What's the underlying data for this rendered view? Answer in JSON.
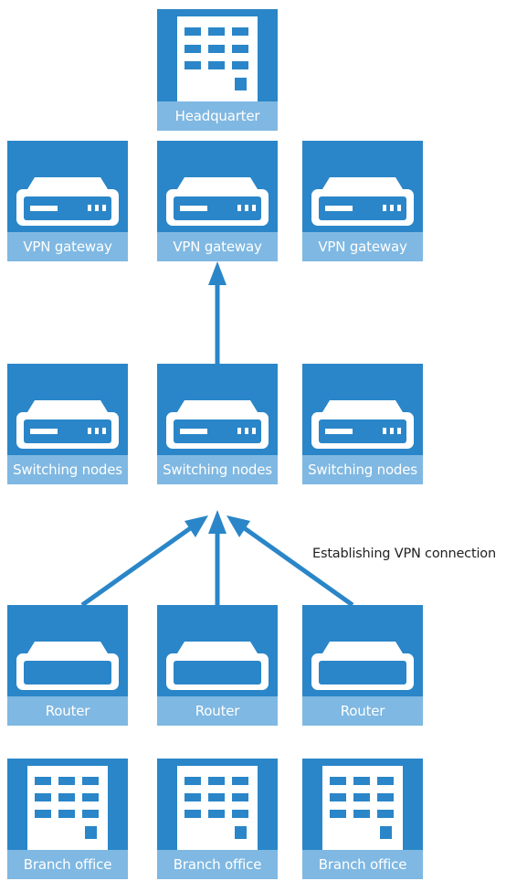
{
  "headquarter": {
    "label": "Headquarter",
    "icon": "building-icon"
  },
  "vpn_gateways": [
    {
      "label": "VPN gateway",
      "icon": "network-device-icon"
    },
    {
      "label": "VPN gateway",
      "icon": "network-device-icon"
    },
    {
      "label": "VPN gateway",
      "icon": "network-device-icon"
    }
  ],
  "switching_nodes": [
    {
      "label": "Switching nodes",
      "icon": "network-device-icon"
    },
    {
      "label": "Switching nodes",
      "icon": "network-device-icon"
    },
    {
      "label": "Switching nodes",
      "icon": "network-device-icon"
    }
  ],
  "routers": [
    {
      "label": "Router",
      "icon": "router-icon"
    },
    {
      "label": "Router",
      "icon": "router-icon"
    },
    {
      "label": "Router",
      "icon": "router-icon"
    }
  ],
  "branch_offices": [
    {
      "label": "Branch office",
      "icon": "building-icon"
    },
    {
      "label": "Branch office",
      "icon": "building-icon"
    },
    {
      "label": "Branch office",
      "icon": "building-icon"
    }
  ],
  "connection_label": "Establishing VPN connection",
  "colors": {
    "tile": "#2a86c8",
    "label_band": "#7fb8e2",
    "arrow": "#2a86c8",
    "icon": "#ffffff"
  }
}
